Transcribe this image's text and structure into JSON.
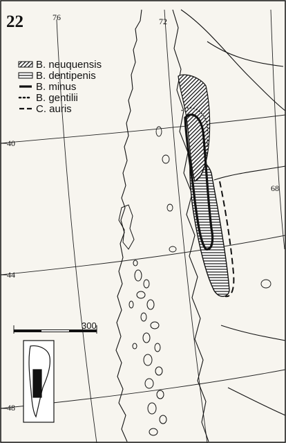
{
  "figure": {
    "number": "22"
  },
  "grid_labels": {
    "lon_76": "76",
    "lon_72": "72",
    "lon_68": "68",
    "lat_40": "40",
    "lat_44": "44",
    "lat_48": "48"
  },
  "legend": {
    "items": [
      {
        "id": "neuquensis",
        "label": "B. neuquensis",
        "symbol": "dark-hatched-fill"
      },
      {
        "id": "dentipenis",
        "label": "B. dentipenis",
        "symbol": "horizontal-stripe-fill"
      },
      {
        "id": "minus",
        "label": "B. minus",
        "symbol": "thick-solid-line"
      },
      {
        "id": "gentilii",
        "label": "B. gentilii",
        "symbol": "dotted-line"
      },
      {
        "id": "auris",
        "label": "C. auris",
        "symbol": "dashed-line"
      }
    ]
  },
  "scale_bar": {
    "label": "300"
  },
  "inset": {
    "depicts": "South America outline with study area highlighted"
  },
  "colors": {
    "ink": "#111111",
    "paper": "#f7f5ef"
  }
}
